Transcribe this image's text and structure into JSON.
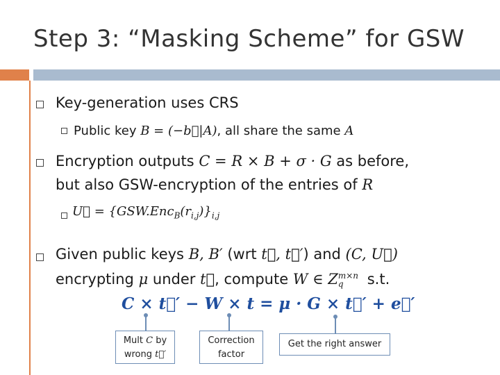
{
  "slide": {
    "title": "Step 3: “Masking Scheme” for GSW"
  },
  "bullets": {
    "b1_text": "Key-generation uses CRS",
    "b1a_pre": "Public key ",
    "b1a_math": "B = (−b⃗|A)",
    "b1a_post": ", all share the same ",
    "b1a_math2": "A",
    "b2_pre": "Encryption outputs ",
    "b2_math": "C = R × B + σ · G",
    "b2_post": " as before,",
    "b2_line2": "but also GSW-encryption of the entries of ",
    "b2_math2": "R",
    "b2a_math": "U⃗ = {GSW.Enc",
    "b2a_sub": "B",
    "b2a_math_tail": "(r",
    "b2a_sub2": "i,j",
    "b2a_close": ")}",
    "b2a_sub3": "i,j",
    "b3_pre": "Given public keys ",
    "b3_math": "B, B′",
    "b3_mid": " (wrt ",
    "b3_math2": "t⃗, t⃗′",
    "b3_mid2": ") and ",
    "b3_math3": "(C, U⃗)",
    "b3_line2_pre": "encrypting ",
    "b3_line2_mu": "μ",
    "b3_line2_mid": " under ",
    "b3_line2_t": "t⃗",
    "b3_line2_mid2": ", compute ",
    "b3_line2_W": "W ∈ Z",
    "b3_line2_sup": "m×n",
    "b3_line2_sub": "q",
    "b3_line2_post": " s.t."
  },
  "equation": {
    "text": "C × t⃗′ − W × t = μ · G × t⃗′ + e⃗′"
  },
  "annotations": {
    "box1_line1_pre": "Mult ",
    "box1_line1_math": "C",
    "box1_line1_post": " by",
    "box1_line2_pre": "wrong ",
    "box1_line2_math": "t⃗′",
    "box2_line1": "Correction",
    "box2_line2": "factor",
    "box3": "Get the right answer"
  },
  "colors": {
    "accent_orange": "#e0814a",
    "accent_blue": "#a9bbcf",
    "equation_blue": "#1f4e9e",
    "callout_border": "#6d8db5"
  }
}
